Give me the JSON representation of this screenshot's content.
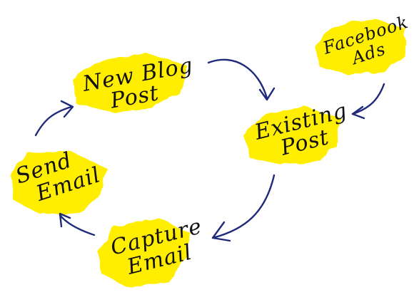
{
  "diagram": {
    "colors": {
      "highlight": "#ffee00",
      "arrow": "#1f2a7a",
      "text": "#111111"
    },
    "nodes": {
      "new_blog_post": {
        "line1": "New Blog",
        "line2": "Post"
      },
      "existing_post": {
        "line1": "Existing",
        "line2": "Post"
      },
      "facebook_ads": {
        "line1": "Facebook",
        "line2": "Ads"
      },
      "capture_email": {
        "line1": "Capture",
        "line2": "Email"
      },
      "send_email": {
        "line1": "Send",
        "line2": "Email"
      }
    }
  }
}
